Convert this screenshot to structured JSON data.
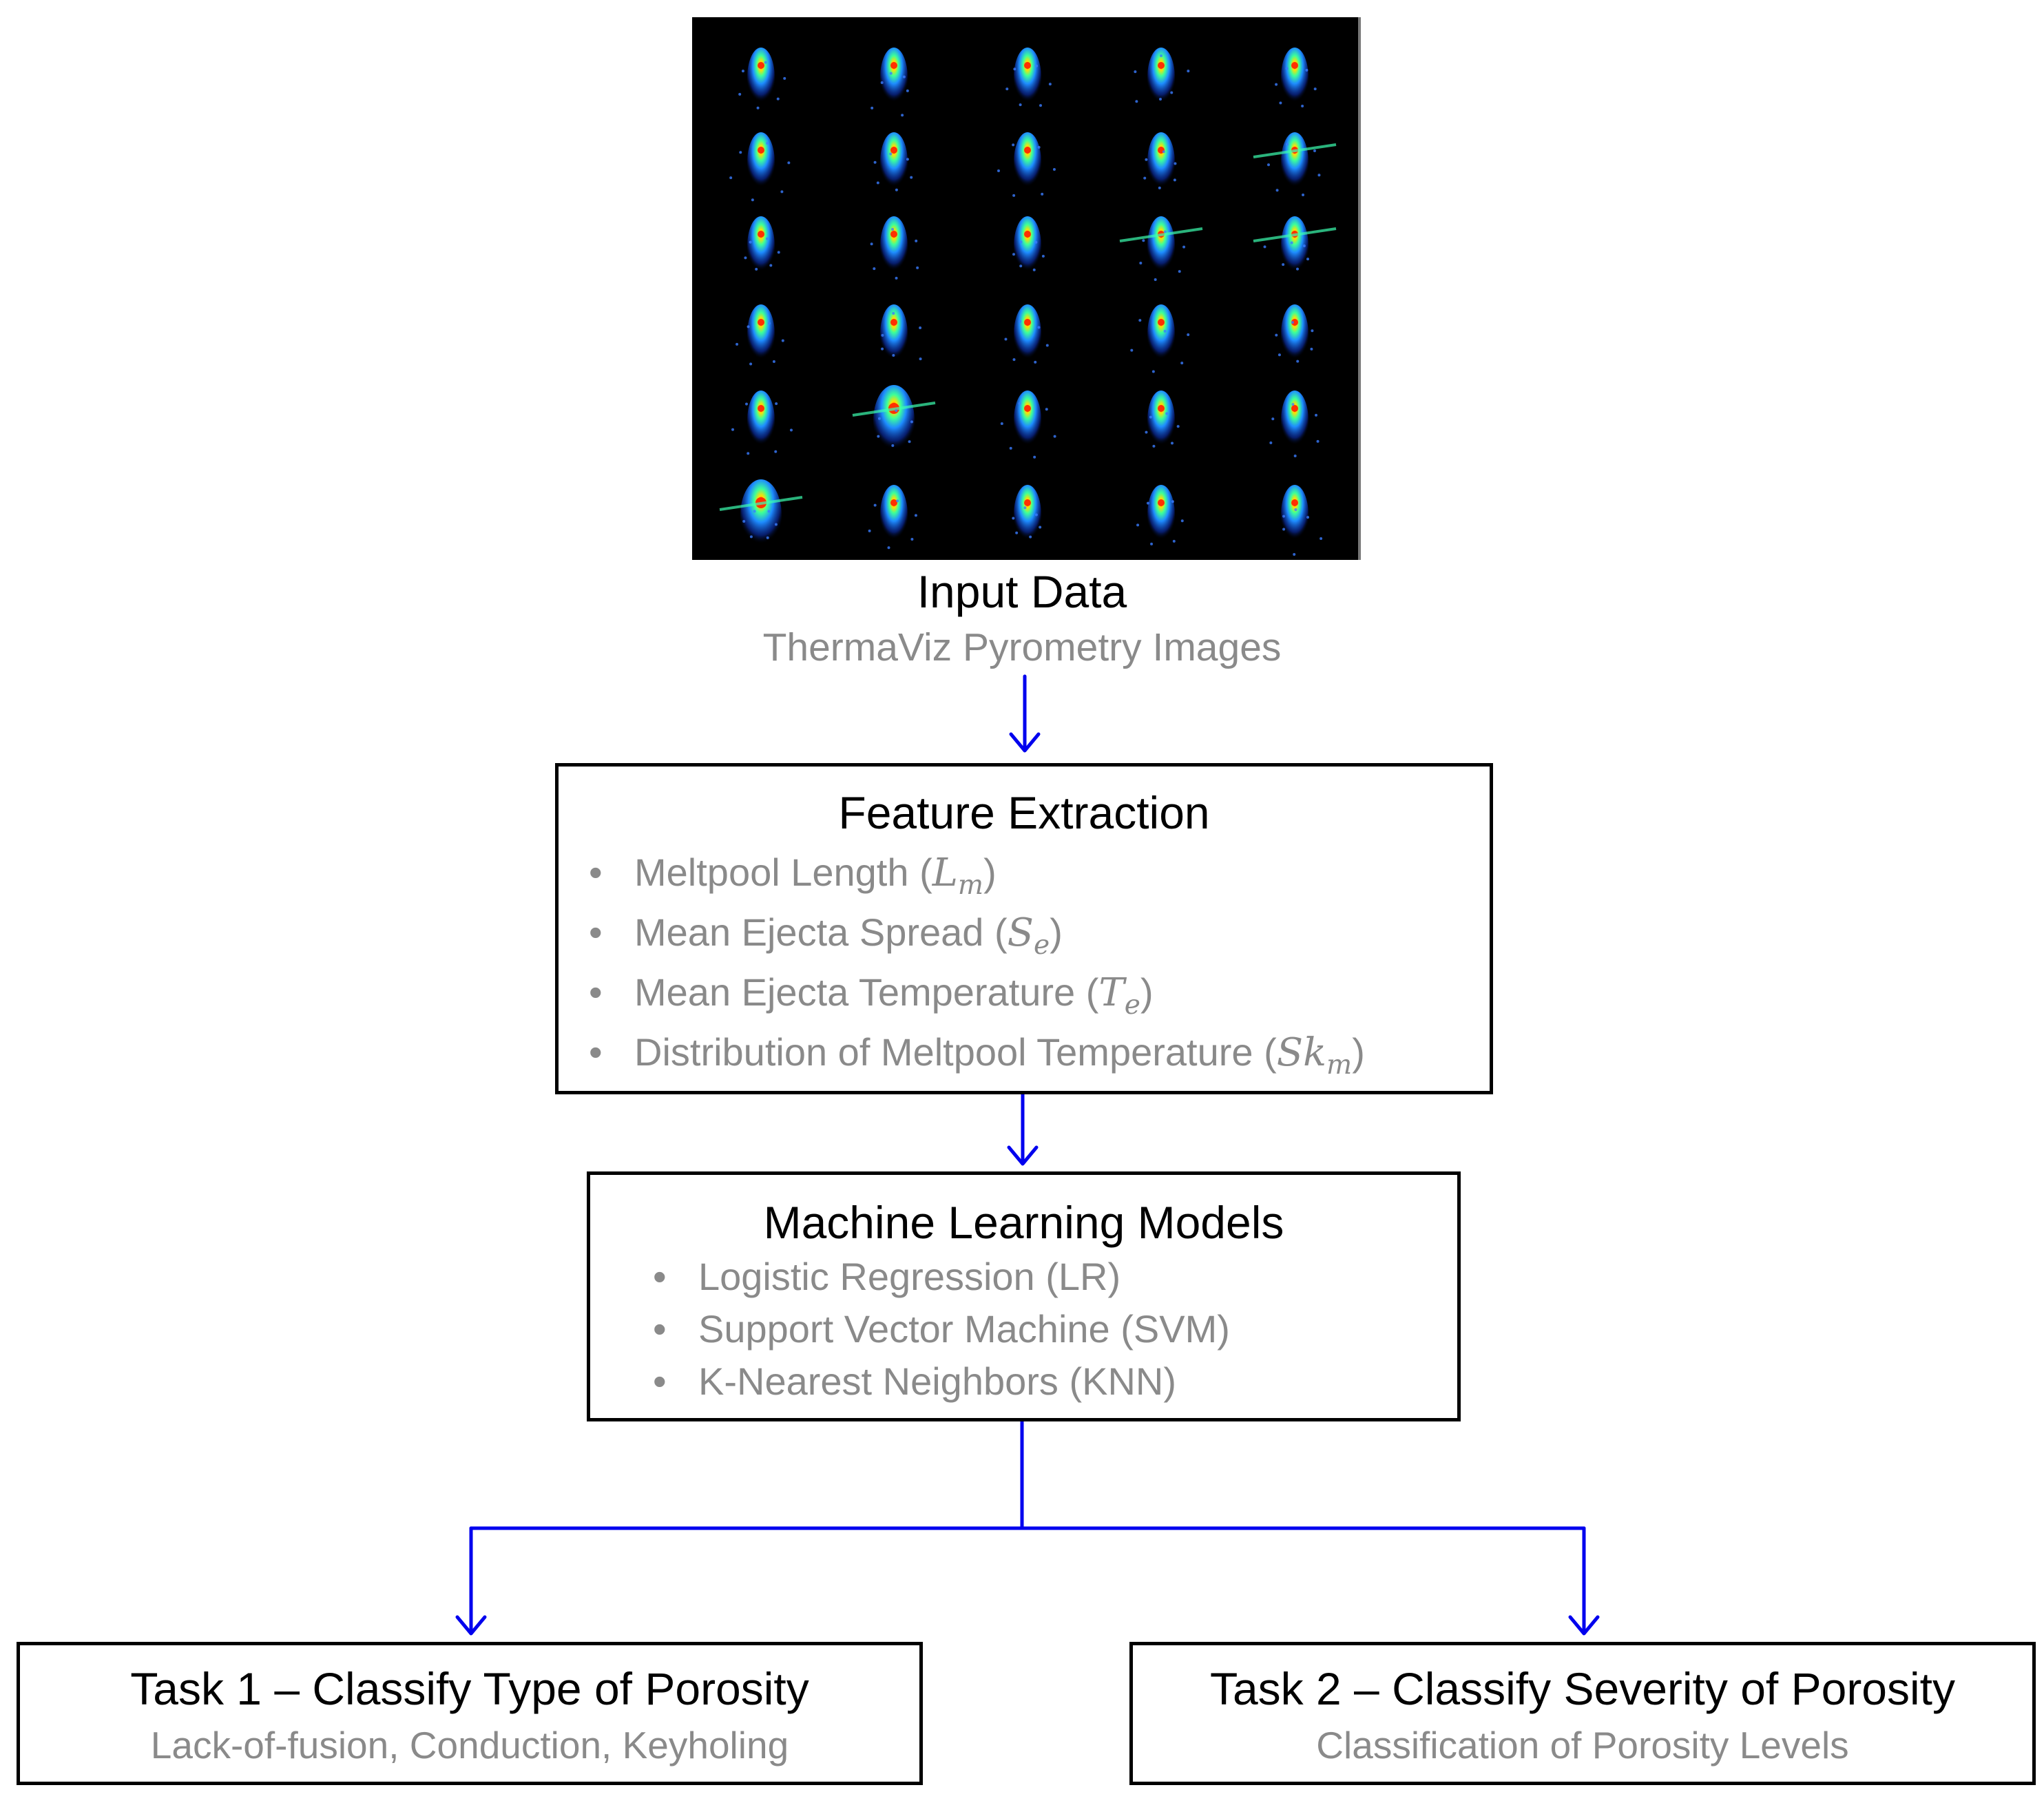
{
  "input": {
    "title": "Input Data",
    "subtitle": "ThermaViz Pyrometry Images"
  },
  "feature_extraction": {
    "title": "Feature Extraction",
    "items": [
      {
        "label": "Meltpool Length (",
        "symbol": "L",
        "sub": "m",
        "close": ")"
      },
      {
        "label": "Mean Ejecta Spread (",
        "symbol": "S",
        "sub": "e",
        "close": ")"
      },
      {
        "label": "Mean Ejecta Temperature (",
        "symbol": "T",
        "sub": "e",
        "close": ")"
      },
      {
        "label": "Distribution of Meltpool Temperature (",
        "symbol": "Sk",
        "sub": "m",
        "close": ")"
      }
    ]
  },
  "ml_models": {
    "title": "Machine Learning Models",
    "items": [
      "Logistic Regression (LR)",
      "Support Vector Machine (SVM)",
      "K-Nearest Neighbors (KNN)"
    ]
  },
  "task1": {
    "title": "Task 1 – Classify Type of Porosity",
    "subtitle": "Lack-of-fusion, Conduction, Keyholing"
  },
  "task2": {
    "title": "Task 2 – Classify Severity of Porosity",
    "subtitle": "Classification of Porosity Levels"
  },
  "bullet_glyph": "•",
  "colors": {
    "arrow": "#0000ee",
    "secondary_text": "#8a8a8a",
    "box_border": "#000000"
  }
}
